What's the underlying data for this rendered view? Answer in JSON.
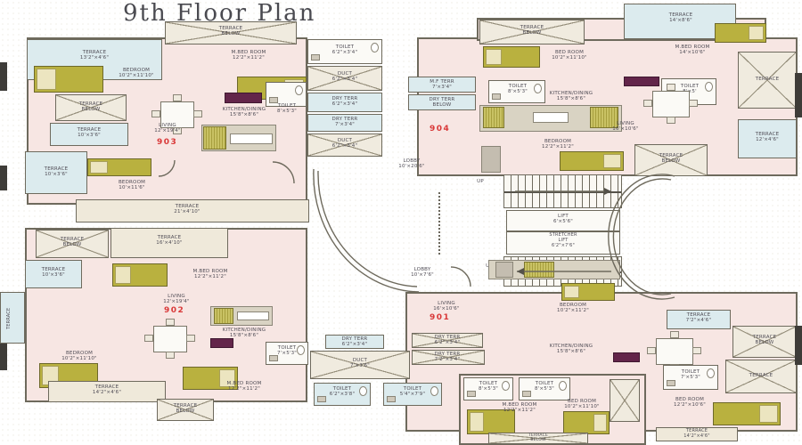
{
  "title": "9th Floor Plan",
  "core": {
    "lobby": "LOBBY\n10'×20'6\"",
    "lobby_lower": "LOBBY\n10'×7'6\"",
    "up_top": "UP",
    "up_bottom": "UP",
    "lift": "LIFT\n6'×5'6\"",
    "stretcher_lift": "STRETCHER\nLIFT\n6'2\"×7'6\"",
    "duct_top": "DUCT\n6'2\"×3'4\"",
    "duct_mid": "DUCT\n6'2\"×3'4\"",
    "duct_bottom": "DUCT\n7'×3'6\"",
    "dry_terr_1": "DRY TERR\n6'2\"×3'4\"",
    "dry_terr_2": "DRY TERR\n7'×3'4\"",
    "mf_terr": "M.F TERR\n7'×3'4\"",
    "dry_terr_below": "DRY TERR\nBELOW",
    "terrace_below_right": "TERRACE\nBELOW"
  },
  "flat_903": {
    "number": "903",
    "terrace_below_top": "TERRACE\nBELOW",
    "terrace_top": "TERRACE\n13'2\"×4'6\"",
    "bedroom": "BEDROOM\n10'2\"×11'10\"",
    "terrace_below_left": "TERRACE\nBELOW",
    "terrace_left": "TERRACE\n10'×3'6\"",
    "terrace_left2": "TERRACE\n10'×3'6\"",
    "bedroom2": "BEDROOM\n10'×11'6\"",
    "m_bedroom": "M.BED ROOM\n12'2\"×11'2\"",
    "toilet": "TOILET\n8'×5'3\"",
    "toilet2": "TOILET\n6'2\"×3'4\"",
    "kitchen_dining": "KITCHEN/DINING\n15'8\"×8'6\"",
    "living": "LIVING\n12'×19'4\"",
    "terrace_band": "TERRACE\n21'×4'10\""
  },
  "flat_904": {
    "number": "904",
    "terrace_below_top": "TERRACE\nBELOW",
    "bedroom": "BED ROOM\n10'2\"×11'10\"",
    "toilet2": "TOILET\n8'×5'3\"",
    "terrace_top": "TERRACE\n14'×8'6\"",
    "m_bedroom": "M.BED ROOM\n14'×10'6\"",
    "toilet": "TOILET\n8'×5'",
    "terrace_x": "TERRACE",
    "kitchen_dining": "KITCHEN/DINING\n15'8\"×8'6\"",
    "bedroom2": "BEDROOM\n12'2\"×11'2\"",
    "living": "LIVING\n16'×10'6\"",
    "terrace_right": "TERRACE\n12'×4'6\""
  },
  "flat_902": {
    "number": "902",
    "terrace_below_top": "TERRACE\nBELOW",
    "terrace_top": "TERRACE\n16'×4'10\"",
    "terrace_left": "TERRACE\n10'×3'6\"",
    "terrace_edge": "TERRACE",
    "m_bedroom": "M.BED ROOM\n12'2\"×11'2\"",
    "living": "LIVING\n12'×19'4\"",
    "kitchen_dining": "KITCHEN/DINING\n15'8\"×8'6\"",
    "toilet": "TOILET\n7'×5'3\"",
    "toilet2": "TOILET\n6'2\"×3'8\"",
    "bedroom": "BEDROOM\n10'2\"×11'10\"",
    "terrace_bottom": "TERRACE\n14'2\"×4'6\"",
    "m_bedroom2": "M.BED ROOM\n12'2\"×11'2\"",
    "terrace_below_bottom": "TERRACE\nBELOW"
  },
  "flat_901": {
    "number": "901",
    "living": "LIVING\n16'×10'6\"",
    "dry_terr": "DRY TERR\n6'2\"×3'4\"",
    "dry_terr2": "DRY TERR\n7'2\"×3'4\"",
    "toilet2": "TOILET\n5'4\"×7'9\"",
    "bedroom": "BEDROOM\n10'2\"×11'2\"",
    "kitchen_dining": "KITCHEN/DINING\n15'8\"×8'6\"",
    "terrace_top": "TERRACE\n7'2\"×4'6\"",
    "terrace_below": "TERRACE\nBELOW",
    "terrace_x": "TERRACE",
    "toilet": "TOILET\n7'×5'3\"",
    "bedroom2": "BED ROOM\n12'2\"×10'6\"",
    "terrace_bottom": "TERRACE\n14'2\"×4'6\"",
    "toilet3": "TOILET\n8'×5'3\"",
    "toilet4": "TOILET\n8'×5'3\"",
    "m_bedroom": "M.BED ROOM\n12'2\"×11'2\"",
    "bedroom3": "BED ROOM\n10'2\"×11'10\"",
    "terrace_below_bottom": "TERRACE\nBELOW"
  }
}
